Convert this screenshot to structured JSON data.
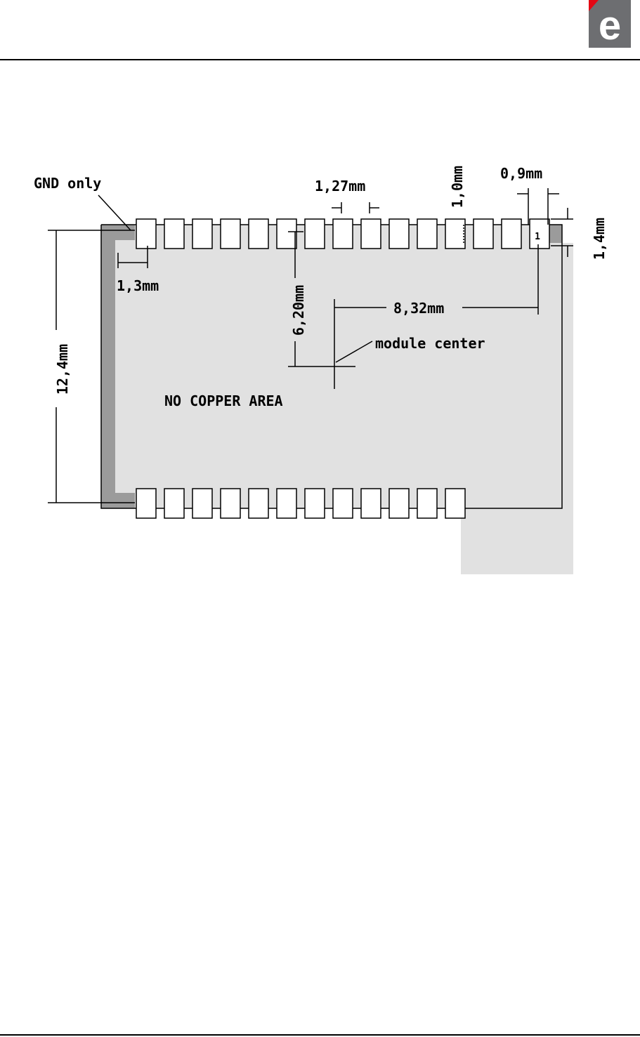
{
  "header": {
    "logo_letter": "e",
    "logo_icon": "e-brand-logo-icon",
    "logo_color": "#6d6e71",
    "logo_accent": "#e30613"
  },
  "diagram": {
    "labels": {
      "gnd_only": "GND only",
      "pad_pitch": "1,27mm",
      "pad_height": "1,0mm",
      "pad_width": "0,9mm",
      "right_offset": "1,4mm",
      "left_offset": "1,3mm",
      "vertical_offset": "6,20mm",
      "horizontal_offset": "8,32mm",
      "module_center": "module center",
      "no_copper": "NO COPPER AREA",
      "total_height": "12,4mm",
      "pin_one": "1"
    },
    "colors": {
      "no_copper_fill": "#e1e1e1",
      "gnd_fill": "#9b9b9b",
      "line": "#000000"
    },
    "top_pad_count": 15,
    "bottom_pad_count": 12
  }
}
